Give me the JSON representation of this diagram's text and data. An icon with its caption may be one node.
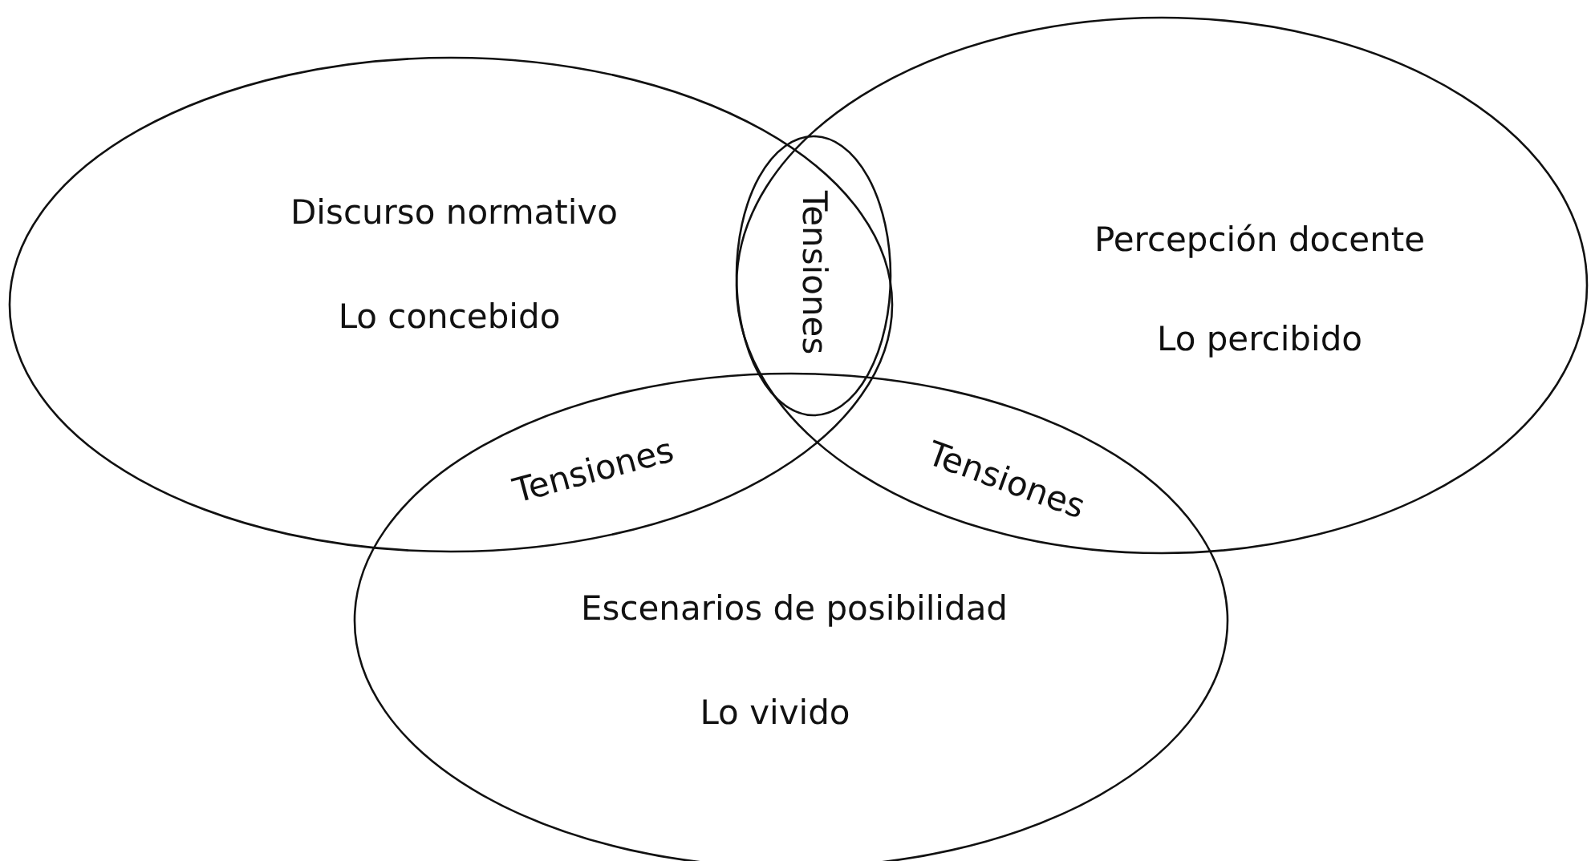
{
  "diagram": {
    "nodes": [
      {
        "text": [
          "Discurso normativo",
          "Lo concebido"
        ]
      },
      {
        "text": [
          "Tensiones"
        ]
      },
      {
        "text": [
          "Percepción docente",
          "Lo percibido"
        ]
      },
      {
        "text": [
          "Escenarios de posibilidad",
          "Lo vivido"
        ]
      }
    ],
    "labels": [
      "Tensiones",
      "Tensiones"
    ]
  }
}
